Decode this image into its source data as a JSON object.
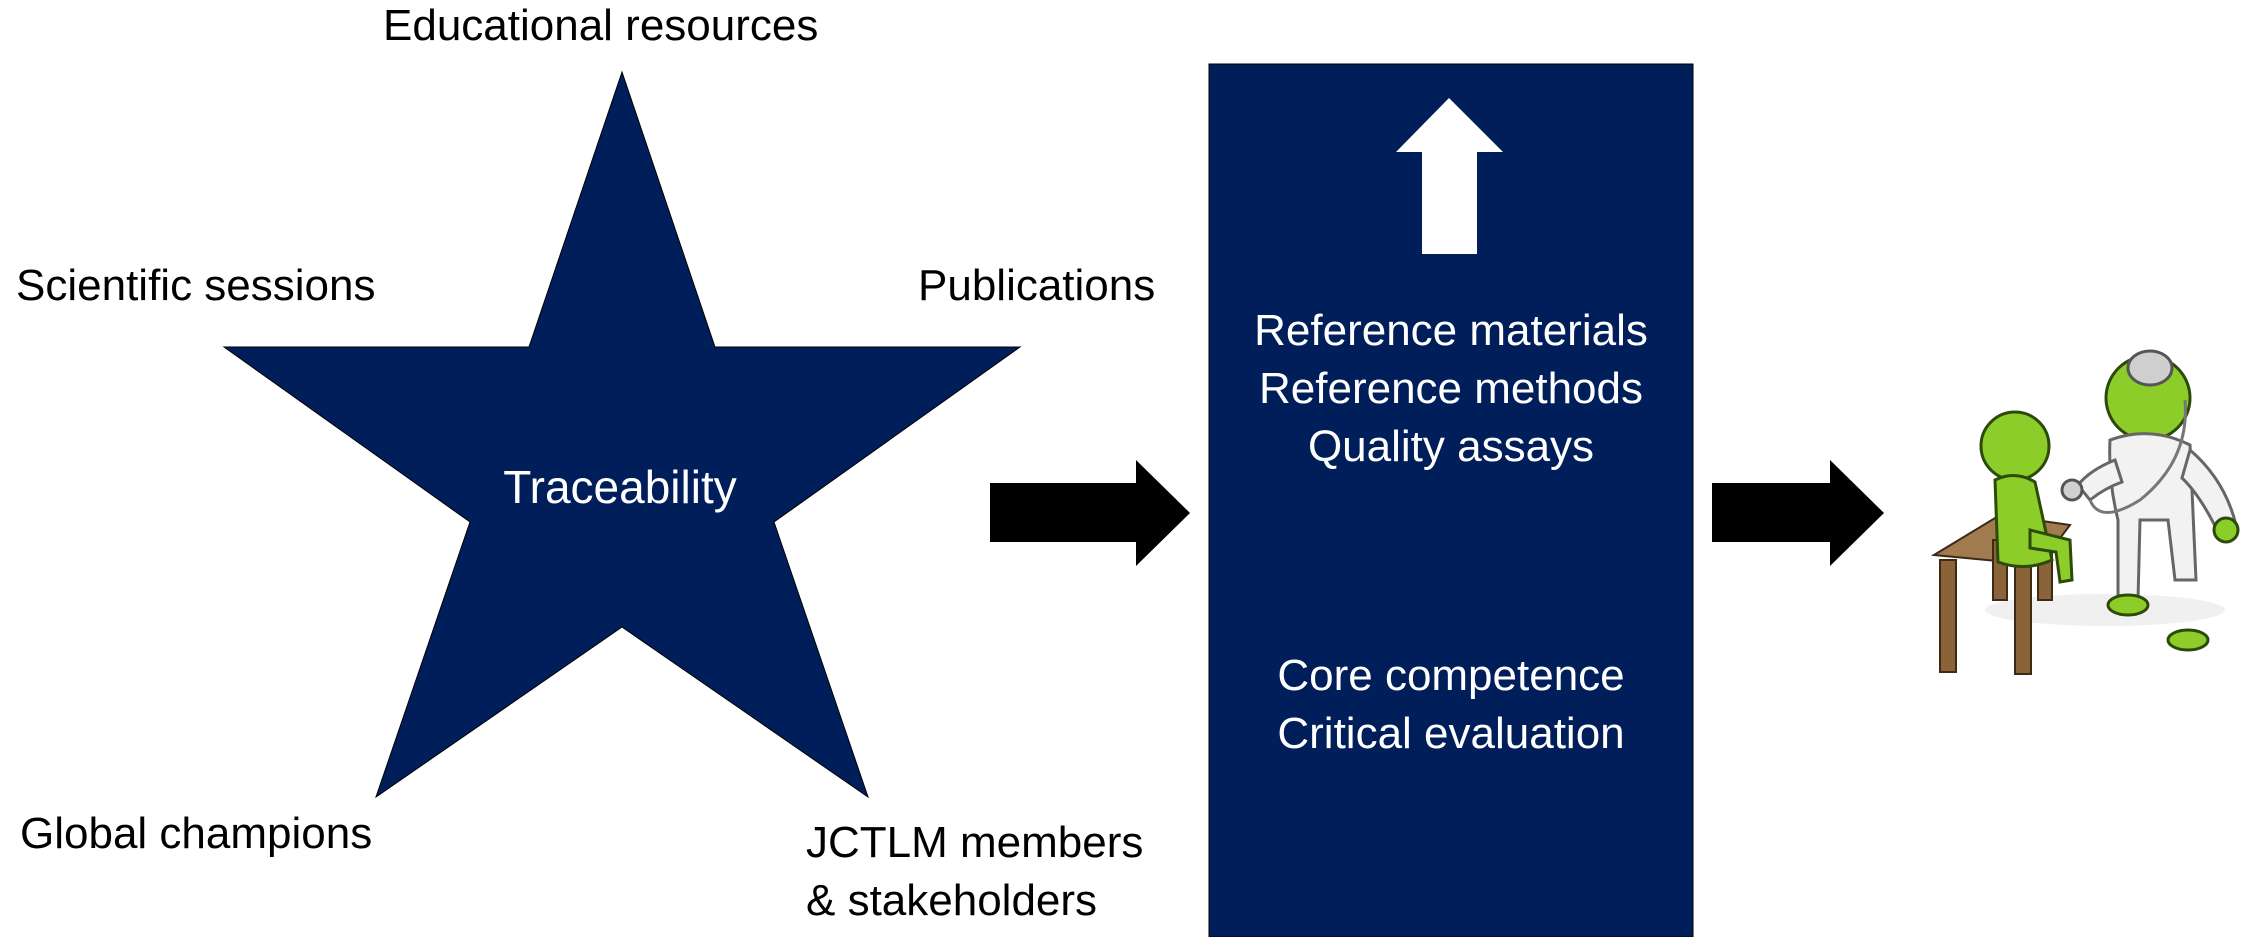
{
  "colors": {
    "navy": "#001e5a",
    "arrow": "#000000",
    "text_on_navy": "#ffffff"
  },
  "star": {
    "center_label": "Traceability",
    "labels": {
      "top": "Educational resources",
      "upper_left": "Scientific sessions",
      "upper_right": "Publications",
      "lower_left": "Global champions",
      "lower_right_line1": "JCTLM members",
      "lower_right_line2": "& stakeholders"
    }
  },
  "box": {
    "upper_lines": [
      "Reference materials",
      "Reference methods",
      "Quality assays"
    ],
    "lower_lines": [
      "Core competence",
      "Critical evaluation"
    ]
  },
  "icons": [
    "up-arrow-icon",
    "right-arrow-icon",
    "doctor-patient-icon"
  ]
}
